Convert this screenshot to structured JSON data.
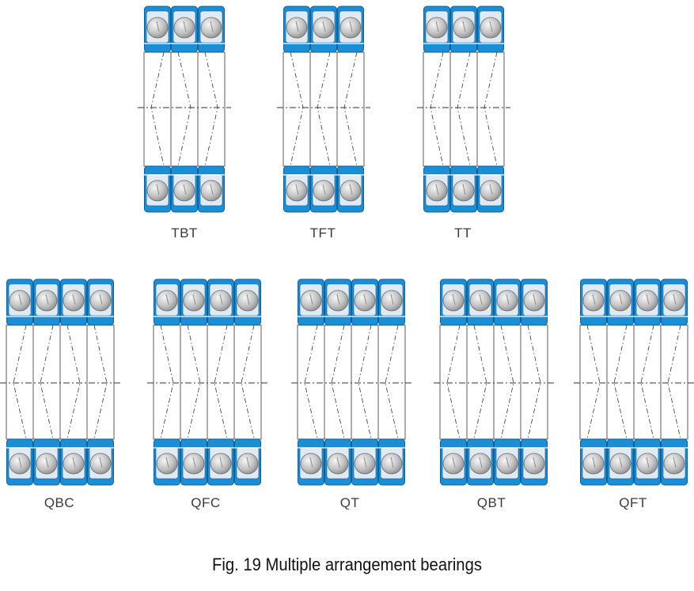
{
  "figure": {
    "caption": "Fig. 19   Multiple arrangement bearings",
    "arrangements": [
      {
        "label": "TBT",
        "rows": 3,
        "pattern": [
          "<",
          ">",
          ">"
        ]
      },
      {
        "label": "TFT",
        "rows": 3,
        "pattern": [
          ">",
          "<",
          "<"
        ]
      },
      {
        "label": "TT",
        "rows": 3,
        "pattern": [
          "<",
          "<",
          "<"
        ]
      },
      {
        "label": "QBC",
        "rows": 4,
        "pattern": [
          "<",
          "<",
          ">",
          ">"
        ]
      },
      {
        "label": "QFC",
        "rows": 4,
        "pattern": [
          ">",
          ">",
          "<",
          "<"
        ]
      },
      {
        "label": "QT",
        "rows": 4,
        "pattern": [
          "<",
          "<",
          "<",
          "<"
        ]
      },
      {
        "label": "QBT",
        "rows": 4,
        "pattern": [
          "<",
          ">",
          ">",
          ">"
        ]
      },
      {
        "label": "QFT",
        "rows": 4,
        "pattern": [
          ">",
          "<",
          "<",
          "<"
        ]
      }
    ]
  },
  "colors": {
    "ring": "#1b8fd6",
    "ring_edge": "#0f5f9a",
    "ball_light": "#f0f0f0",
    "ball_dark": "#8a8a8a",
    "lines": "#333333"
  }
}
